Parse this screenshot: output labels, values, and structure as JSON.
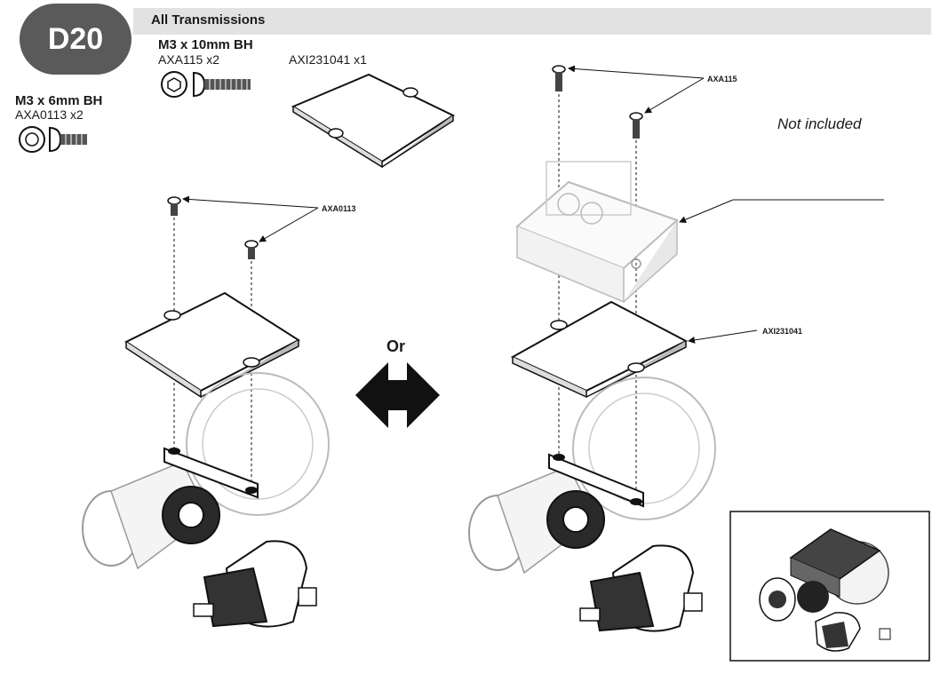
{
  "header": {
    "title": "All Transmissions",
    "step": "D20"
  },
  "parts": {
    "m3x10": {
      "name": "M3 x 10mm BH",
      "code": "AXA115 x2"
    },
    "plate": {
      "code": "AXI231041 x1"
    },
    "m3x6": {
      "name": "M3 x 6mm BH",
      "code": "AXA0113 x2"
    }
  },
  "callouts": {
    "left_screw": "AXA0113",
    "right_screw": "AXA115",
    "right_plate": "AXI231041"
  },
  "note": "Not included",
  "or_label": "Or",
  "colors": {
    "header_bar": "#e2e2e2",
    "step_pill": "#5a5a5a"
  }
}
